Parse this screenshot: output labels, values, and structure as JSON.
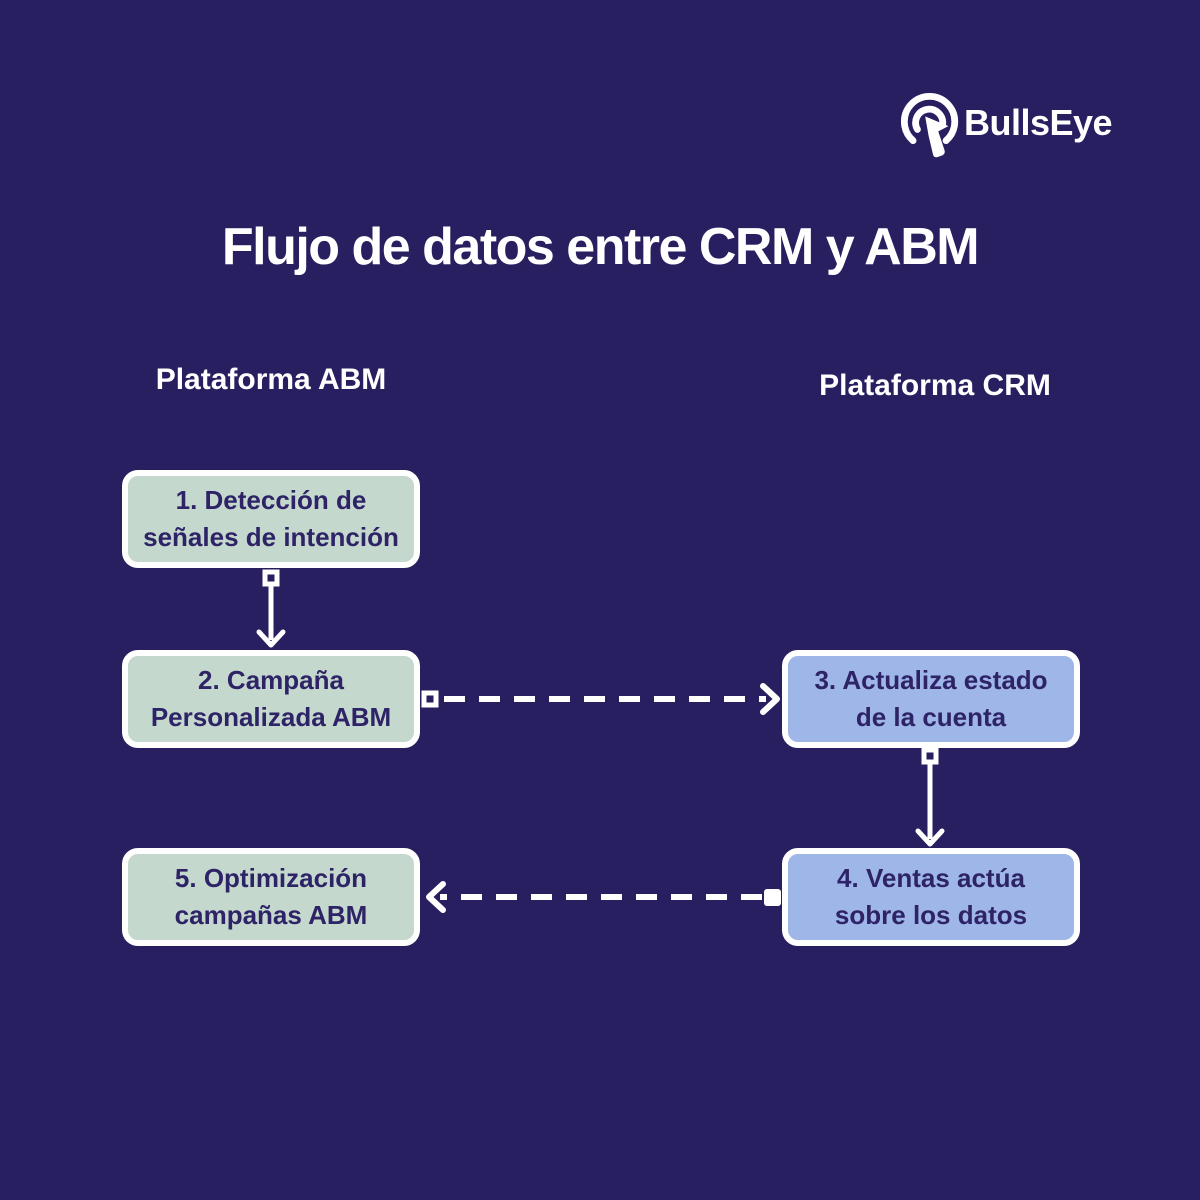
{
  "brand": {
    "name": "BullsEye"
  },
  "title": "Flujo de datos entre CRM y ABM",
  "columns": {
    "left": "Plataforma ABM",
    "right": "Plataforma CRM"
  },
  "flow": {
    "nodes": [
      {
        "id": 1,
        "lines": [
          "1. Detección de",
          "señales de intención"
        ],
        "column": "Plataforma ABM",
        "fill": "green"
      },
      {
        "id": 2,
        "lines": [
          "2. Campaña",
          "Personalizada ABM"
        ],
        "column": "Plataforma ABM",
        "fill": "green"
      },
      {
        "id": 3,
        "lines": [
          "3. Actualiza estado",
          "de la cuenta"
        ],
        "column": "Plataforma CRM",
        "fill": "blue"
      },
      {
        "id": 4,
        "lines": [
          "4. Ventas actúa",
          "sobre los datos"
        ],
        "column": "Plataforma CRM",
        "fill": "blue"
      },
      {
        "id": 5,
        "lines": [
          "5. Optimización",
          "campañas ABM"
        ],
        "column": "Plataforma ABM",
        "fill": "green"
      }
    ],
    "edges": [
      {
        "from": 1,
        "to": 2,
        "style": "solid",
        "connector": "hollow-square"
      },
      {
        "from": 2,
        "to": 3,
        "style": "dashed",
        "connector": "hollow-square"
      },
      {
        "from": 3,
        "to": 4,
        "style": "solid",
        "connector": "hollow-square"
      },
      {
        "from": 4,
        "to": 5,
        "style": "dashed",
        "connector": "filled-square"
      }
    ]
  },
  "colors": {
    "background": "#281f60",
    "node_green": "#c5d8ce",
    "node_blue": "#9fb6e8",
    "node_border": "#ffffff",
    "node_text": "#2d2366",
    "title_text": "#ffffff",
    "arrow": "#ffffff"
  }
}
